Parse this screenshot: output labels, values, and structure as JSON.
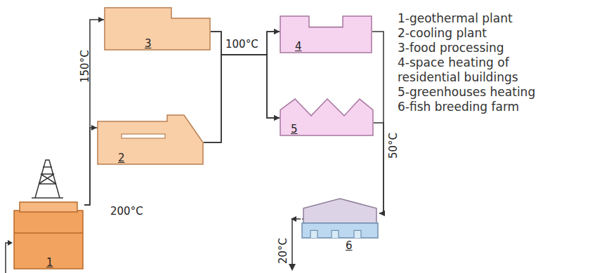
{
  "diagram": {
    "nodes": [
      {
        "text": [
          "1"
        ]
      },
      {
        "text": [
          "2"
        ]
      },
      {
        "text": [
          "3"
        ]
      },
      {
        "text": [
          "4"
        ]
      },
      {
        "text": [
          "5"
        ]
      },
      {
        "text": [
          "6"
        ]
      }
    ],
    "edges": [
      {
        "from": 0,
        "to": 2,
        "arrow": "to"
      },
      {
        "from": 0,
        "to": 1,
        "arrow": "to"
      },
      {
        "from": 2,
        "to": 3,
        "arrow": "to"
      },
      {
        "from": 2,
        "to": 4,
        "arrow": "to"
      },
      {
        "from": 1,
        "to": 3,
        "arrow": "to"
      },
      {
        "from": 1,
        "to": 4,
        "arrow": "to"
      },
      {
        "from": 3,
        "to": 5,
        "arrow": "to"
      },
      {
        "from": 4,
        "to": 5,
        "arrow": "to"
      }
    ],
    "labels": [
      "200°C",
      "150°C",
      "100°C",
      "50°C",
      "20°C",
      "1-geothermal plant",
      "2-cooling plant",
      "3-food processing",
      "4-space heating of residential buildings",
      "5-greenhouses heating",
      "6-fish breeding farm"
    ]
  }
}
